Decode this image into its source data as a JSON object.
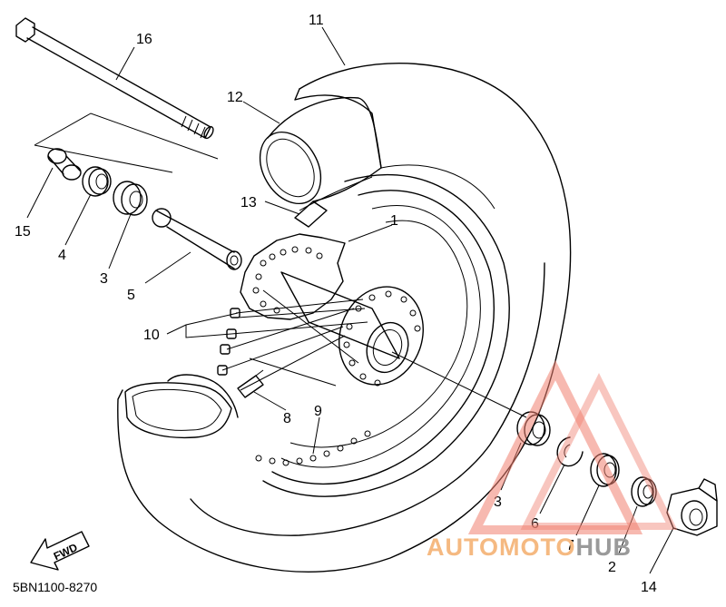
{
  "diagram": {
    "document_code": "5BN1100-8270",
    "direction_label": "FWD",
    "callouts": [
      {
        "id": "c1",
        "label": "1"
      },
      {
        "id": "c2",
        "label": "2"
      },
      {
        "id": "c3a",
        "label": "3"
      },
      {
        "id": "c3b",
        "label": "3"
      },
      {
        "id": "c4",
        "label": "4"
      },
      {
        "id": "c5",
        "label": "5"
      },
      {
        "id": "c6",
        "label": "6"
      },
      {
        "id": "c7",
        "label": "7"
      },
      {
        "id": "c8",
        "label": "8"
      },
      {
        "id": "c9",
        "label": "9"
      },
      {
        "id": "c10",
        "label": "10"
      },
      {
        "id": "c11",
        "label": "11"
      },
      {
        "id": "c12",
        "label": "12"
      },
      {
        "id": "c13",
        "label": "13"
      },
      {
        "id": "c14",
        "label": "14"
      },
      {
        "id": "c15",
        "label": "15"
      },
      {
        "id": "c16",
        "label": "16"
      }
    ]
  },
  "watermark": {
    "part1": "AUTOMOTO",
    "part2": "HUB",
    "color_main": "#f5b981",
    "color_hub": "#9a9a9a",
    "triangle_color": "#f08070"
  }
}
